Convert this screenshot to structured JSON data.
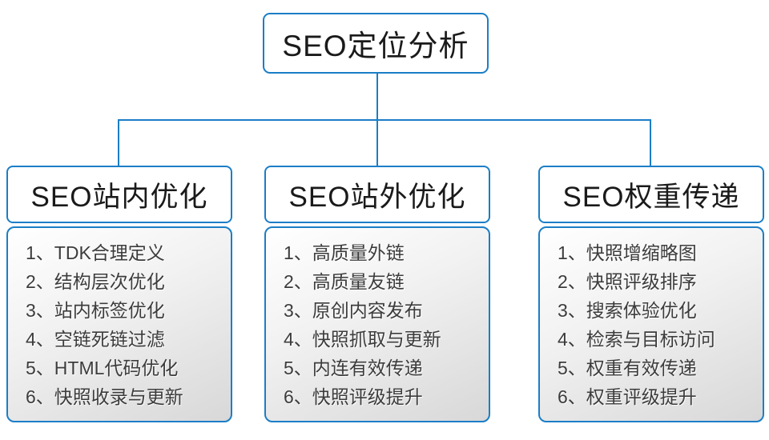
{
  "root_node": {
    "title": "SEO定位分析"
  },
  "columns": [
    {
      "title": "SEO站内优化",
      "items": [
        "1、TDK合理定义",
        "2、结构层次优化",
        "3、站内标签优化",
        "4、空链死链过滤",
        "5、HTML代码优化",
        "6、快照收录与更新"
      ]
    },
    {
      "title": "SEO站外优化",
      "items": [
        "1、高质量外链",
        "2、高质量友链",
        "3、原创内容发布",
        "4、快照抓取与更新",
        "5、内连有效传递",
        "6、快照评级提升"
      ]
    },
    {
      "title": "SEO权重传递",
      "items": [
        "1、快照增缩略图",
        "2、快照评级排序",
        "3、搜索体验优化",
        "4、检索与目标访问",
        "5、权重有效传递",
        "6、权重评级提升"
      ]
    }
  ],
  "colors": {
    "connector_and_border_blue": "#1b7ec6",
    "list_text": "#3c3c3c",
    "heading_text": "#1a1a1a",
    "list_gradient_top": "#ffffff",
    "list_gradient_bottom": "#d8d8d8"
  }
}
